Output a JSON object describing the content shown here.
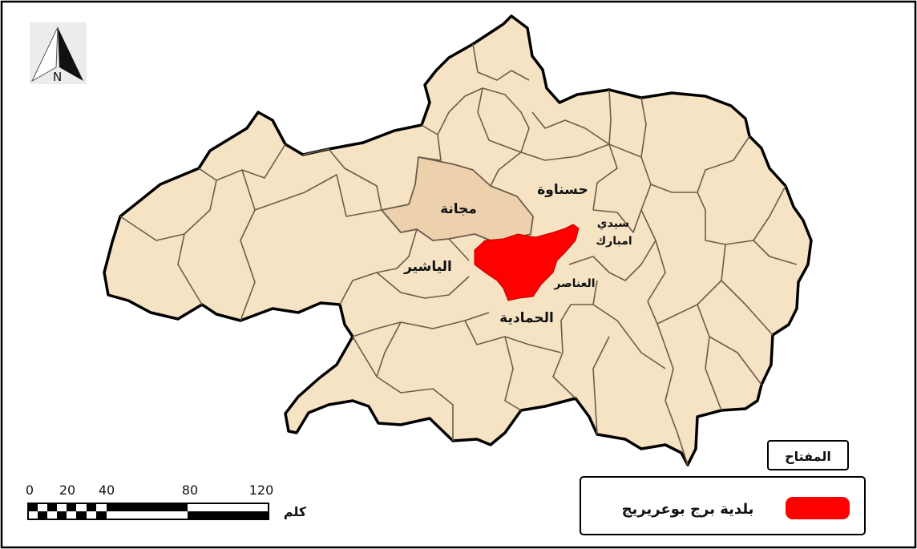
{
  "map": {
    "labels": {
      "hasnaoua": "حسناوة",
      "medjana": "مجانة",
      "sidi_embarek_1": "سيدي",
      "sidi_embarek_2": "امبارك",
      "el_yachir": "الياشير",
      "el_anasser": "العناصر",
      "el_hamadia": "الحمادية"
    },
    "colors": {
      "land": "#f5e3c4",
      "highlight_commune": "#fe0000",
      "medjana_fill": "#ecd1ac",
      "boundary": "#000000",
      "inner_boundary": "#6e5c4a"
    }
  },
  "north_arrow": {
    "letter": "N",
    "icon": "north-arrow-icon"
  },
  "scale_bar": {
    "ticks": [
      "0",
      "20",
      "40",
      "80",
      "120"
    ],
    "unit": "كلم"
  },
  "legend": {
    "title": "المفتاح",
    "items": [
      {
        "label": "بلدية برج بوعريريج",
        "color": "#fe0000"
      }
    ]
  }
}
